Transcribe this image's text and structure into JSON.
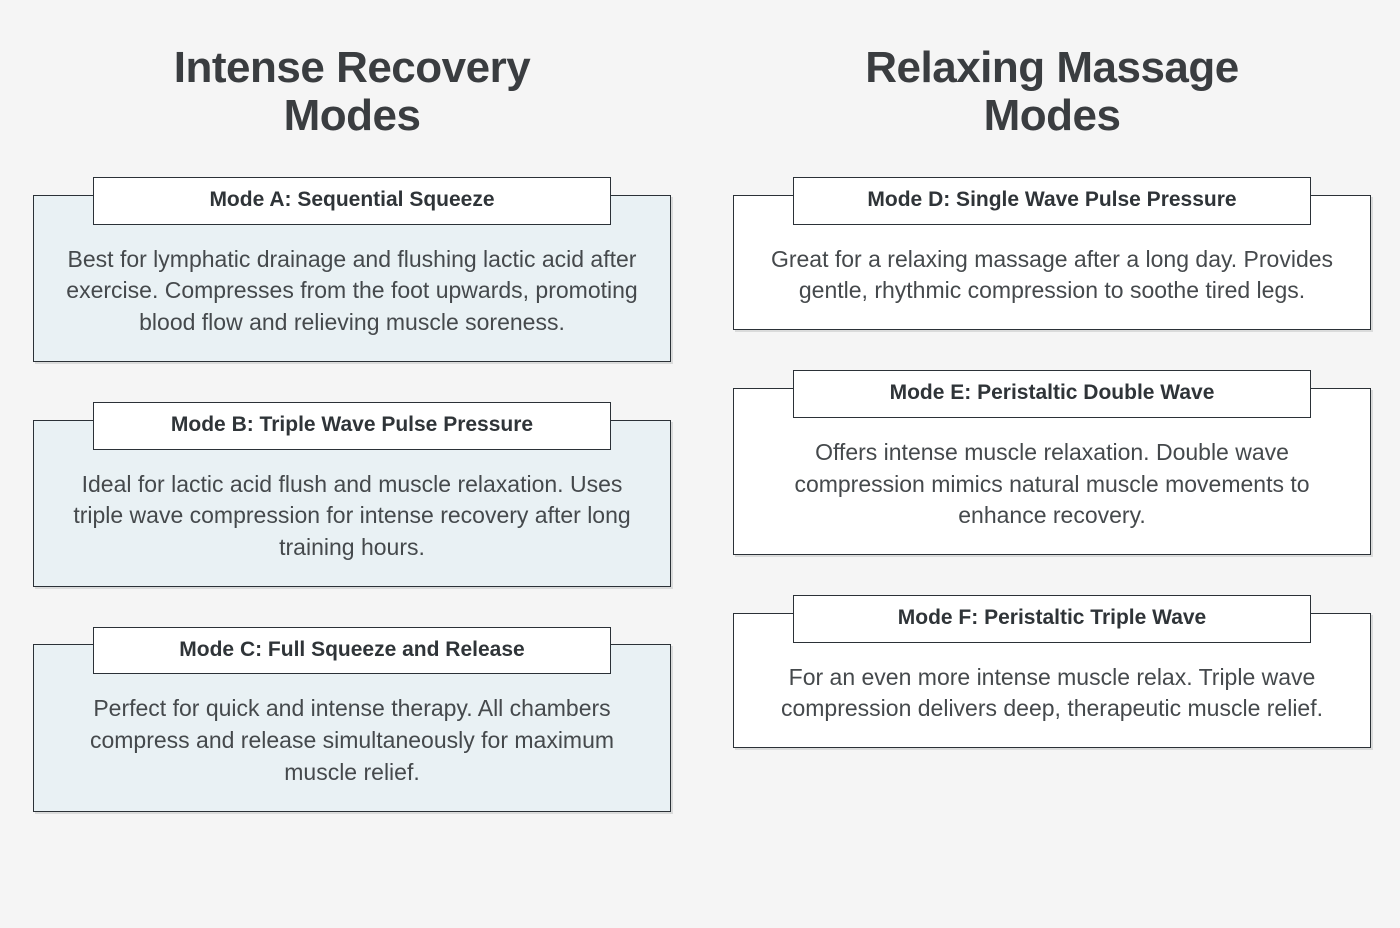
{
  "page": {
    "background_color": "#f5f5f5",
    "text_color": "#3b3f42",
    "border_color": "#2b3137"
  },
  "columns": [
    {
      "id": "intense-recovery",
      "title": "Intense Recovery\nModes",
      "body_fill": "#e9f1f4",
      "cards": [
        {
          "id": "mode-a",
          "header": "Mode A: Sequential Squeeze",
          "body": "Best for lymphatic drainage and flushing lactic acid after exercise. Compresses from the foot upwards, promoting blood flow and relieving muscle soreness."
        },
        {
          "id": "mode-b",
          "header": "Mode B: Triple Wave Pulse Pressure",
          "body": "Ideal for lactic acid flush and muscle relaxation. Uses triple wave compression for intense recovery after long training hours."
        },
        {
          "id": "mode-c",
          "header": "Mode C: Full Squeeze and Release",
          "body": "Perfect for quick and intense therapy. All chambers compress and release simultaneously for maximum muscle relief."
        }
      ]
    },
    {
      "id": "relaxing-massage",
      "title": "Relaxing Massage\nModes",
      "body_fill": "#ffffff",
      "cards": [
        {
          "id": "mode-d",
          "header": "Mode D: Single Wave Pulse Pressure",
          "body": "Great for a relaxing massage after a long day. Provides gentle, rhythmic compression to soothe tired legs."
        },
        {
          "id": "mode-e",
          "header": "Mode E: Peristaltic Double Wave",
          "body": "Offers intense muscle relaxation. Double wave compression mimics natural muscle movements to enhance recovery."
        },
        {
          "id": "mode-f",
          "header": "Mode F: Peristaltic Triple Wave",
          "body": "For an even more intense muscle relax. Triple wave compression delivers deep, therapeutic muscle relief."
        }
      ]
    }
  ]
}
